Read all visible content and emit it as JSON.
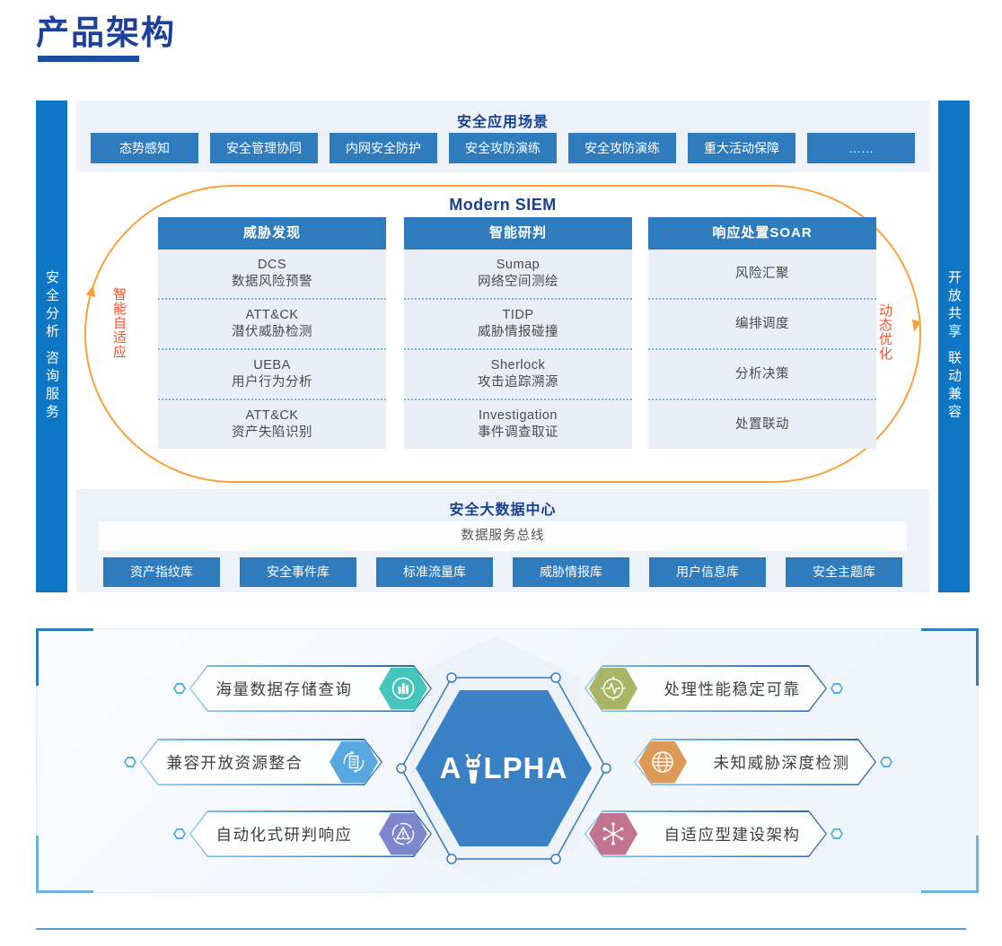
{
  "page": {
    "title": "产品架构"
  },
  "architecture": {
    "left_bar_label": "安全分析 咨询服务",
    "right_bar_label": "开放共享 联动兼容",
    "scenarios": {
      "title": "安全应用场景",
      "items": [
        "态势感知",
        "安全管理协同",
        "内网安全防护",
        "安全攻防演练",
        "安全攻防演练",
        "重大活动保障",
        "……"
      ]
    },
    "siem": {
      "title": "Modern SIEM",
      "left_loop_label": "智能自适应",
      "right_loop_label": "动态优化",
      "columns": [
        {
          "header": "威胁发现",
          "items": [
            {
              "line1": "DCS",
              "line2": "数据风险预警"
            },
            {
              "line1": "ATT&CK",
              "line2": "潜伏威胁检测"
            },
            {
              "line1": "UEBA",
              "line2": "用户行为分析"
            },
            {
              "line1": "ATT&CK",
              "line2": "资产失陷识别"
            }
          ]
        },
        {
          "header": "智能研判",
          "items": [
            {
              "line1": "Sumap",
              "line2": "网络空间测绘"
            },
            {
              "line1": "TIDP",
              "line2": "威胁情报碰撞"
            },
            {
              "line1": "Sherlock",
              "line2": "攻击追踪溯源"
            },
            {
              "line1": "Investigation",
              "line2": "事件调查取证"
            }
          ]
        },
        {
          "header": "响应处置SOAR",
          "items": [
            {
              "line1": "风险汇聚",
              "line2": ""
            },
            {
              "line1": "编排调度",
              "line2": ""
            },
            {
              "line1": "分析决策",
              "line2": ""
            },
            {
              "line1": "处置联动",
              "line2": ""
            }
          ]
        }
      ]
    },
    "datacenter": {
      "title": "安全大数据中心",
      "bus_label": "数据服务总线",
      "items": [
        "资产指纹库",
        "安全事件库",
        "标准流量库",
        "威胁情报库",
        "用户信息库",
        "安全主题库"
      ]
    }
  },
  "features": {
    "logo_prefix": "A",
    "logo_suffix": "LPHA",
    "left": [
      {
        "label": "海量数据存储查询",
        "icon": "bar-chart-icon",
        "color": "#45c6bc"
      },
      {
        "label": "兼容开放资源整合",
        "icon": "document-sync-icon",
        "color": "#58a8e0"
      },
      {
        "label": "自动化式研判响应",
        "icon": "warning-triangle-icon",
        "color": "#7d87cd"
      }
    ],
    "right": [
      {
        "label": "处理性能稳定可靠",
        "icon": "pulse-icon",
        "color": "#a9b465"
      },
      {
        "label": "未知威胁深度检测",
        "icon": "globe-icon",
        "color": "#dc9a55"
      },
      {
        "label": "自适应型建设架构",
        "icon": "adaptive-flower-icon",
        "color": "#c2738f"
      }
    ]
  },
  "colors": {
    "navy": "#1c3f9a",
    "bar_blue": "#0d76c5",
    "button_blue": "#2e7bbd",
    "panel_bg": "#edf1f8",
    "orange": "#f8a13c",
    "orange_red": "#f4512e",
    "divider_blue": "#5b9ad2",
    "center_hex_blue": "#3a80c4"
  }
}
